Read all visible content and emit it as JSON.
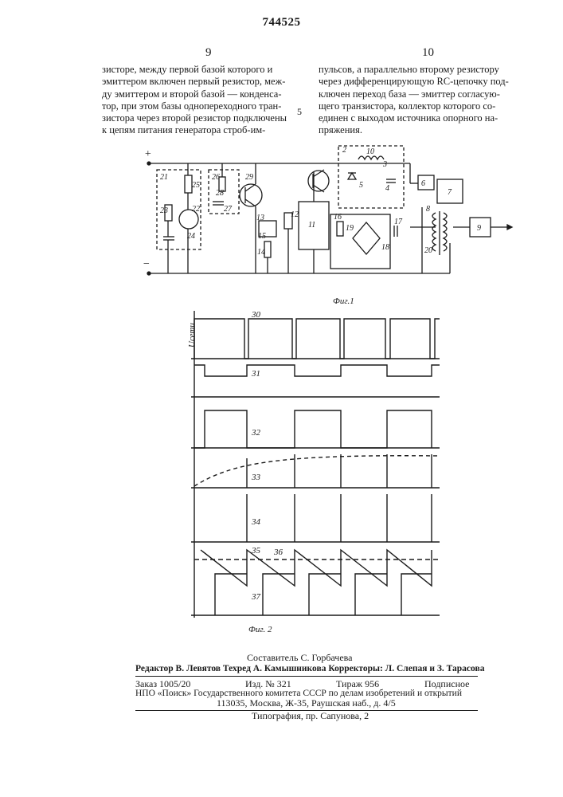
{
  "patent_number": "744525",
  "page_left": "9",
  "page_right": "10",
  "line_marker": "5",
  "left_column": [
    "зисторе, между первой базой которого и",
    "эмиттером включен первый резистор, меж-",
    "ду эмиттером и второй базой — конденса-",
    "тор, при этом базы однопереходного тран-",
    "зистора через второй резистор подключены",
    "к цепям питания генератора строб-им-"
  ],
  "right_column": [
    "пульсов, а параллельно второму резистору",
    "через дифференцирующую RC-цепочку под-",
    "ключен переход база — эмиттер согласую-",
    "щего транзистора, коллектор которого со-",
    "единен с выходом источника опорного на-",
    "пряжения."
  ],
  "fig1": {
    "caption": "Фиг.1",
    "labels": [
      "2",
      "3",
      "4",
      "5",
      "6",
      "7",
      "8",
      "9",
      "10",
      "11",
      "12",
      "13",
      "14",
      "15",
      "16",
      "17",
      "18",
      "19",
      "20",
      "21",
      "22",
      "23",
      "24",
      "25",
      "26",
      "27",
      "28",
      "29"
    ],
    "plus_sign": "+",
    "minus_sign": "−"
  },
  "fig2": {
    "caption": "Фиг. 2",
    "axis_label": "Uсети",
    "traces": [
      "30",
      "31",
      "32",
      "33",
      "34",
      "35",
      "36",
      "37"
    ]
  },
  "footer": {
    "compiler": "Составитель  С. Горбачева",
    "editors": "Редактор  В. Левятов  Техред  А. Камышникова  Корректоры:  Л. Слепая  и  З. Тарасова",
    "order": "Заказ 1005/20",
    "edition": "Изд. № 321",
    "circulation": "Тираж 956",
    "subscription": "Подписное",
    "npo": "НПО «Поиск» Государственного комитета СССР по делам изобретений и открытий",
    "address": "113035, Москва, Ж-35, Раушская наб., д. 4/5",
    "printing": "Типография, пр. Сапунова, 2"
  }
}
